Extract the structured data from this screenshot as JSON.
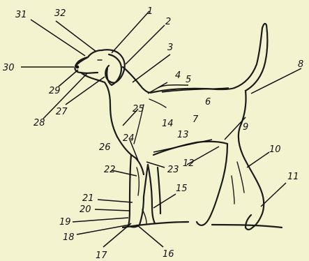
{
  "diagram": {
    "labels": [
      {
        "id": "1",
        "text": "1"
      },
      {
        "id": "2",
        "text": "2"
      },
      {
        "id": "3",
        "text": "3"
      },
      {
        "id": "4",
        "text": "4"
      },
      {
        "id": "5",
        "text": "5"
      },
      {
        "id": "6",
        "text": "6"
      },
      {
        "id": "7",
        "text": "7"
      },
      {
        "id": "8",
        "text": "8"
      },
      {
        "id": "9",
        "text": "9"
      },
      {
        "id": "10",
        "text": "10"
      },
      {
        "id": "11",
        "text": "11"
      },
      {
        "id": "12",
        "text": "12"
      },
      {
        "id": "13",
        "text": "13"
      },
      {
        "id": "14",
        "text": "14"
      },
      {
        "id": "15",
        "text": "15"
      },
      {
        "id": "16",
        "text": "16"
      },
      {
        "id": "17",
        "text": "17"
      },
      {
        "id": "18",
        "text": "18"
      },
      {
        "id": "19",
        "text": "19"
      },
      {
        "id": "20",
        "text": "20"
      },
      {
        "id": "21",
        "text": "21"
      },
      {
        "id": "22",
        "text": "22"
      },
      {
        "id": "23",
        "text": "23"
      },
      {
        "id": "24",
        "text": "24"
      },
      {
        "id": "25",
        "text": "25"
      },
      {
        "id": "26",
        "text": "26"
      },
      {
        "id": "27",
        "text": "27"
      },
      {
        "id": "28",
        "text": "28"
      },
      {
        "id": "29",
        "text": "29"
      },
      {
        "id": "30",
        "text": "30"
      },
      {
        "id": "31",
        "text": "31"
      },
      {
        "id": "32",
        "text": "32"
      }
    ]
  }
}
